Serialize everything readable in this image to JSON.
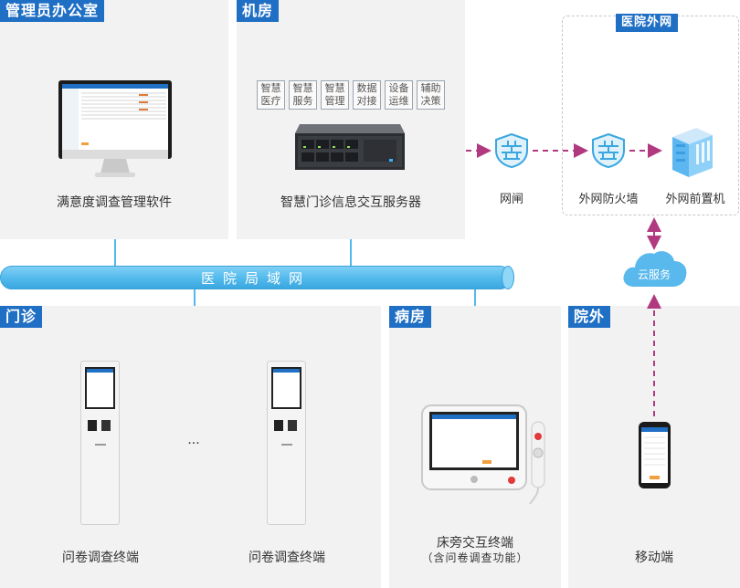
{
  "panels": {
    "admin_office": {
      "tag": "管理员办公室",
      "caption": "满意度调查管理软件"
    },
    "server_room": {
      "tag": "机房",
      "caption": "智慧门诊信息交互服务器",
      "modules": [
        [
          "智慧",
          "医疗"
        ],
        [
          "智慧",
          "服务"
        ],
        [
          "智慧",
          "管理"
        ],
        [
          "数据",
          "对接"
        ],
        [
          "设备",
          "运维"
        ],
        [
          "辅助",
          "决策"
        ]
      ]
    },
    "outpatient": {
      "tag": "门诊",
      "terminal_left": "问卷调查终端",
      "ellipsis": "...",
      "terminal_right": "问卷调查终端"
    },
    "ward": {
      "tag": "病房",
      "caption": "床旁交互终端",
      "subcaption": "（含问卷调查功能）"
    },
    "outside": {
      "tag": "院外",
      "caption": "移动端"
    }
  },
  "network": {
    "lan_label": "医院局域网",
    "gateway_label": "网闸",
    "extranet": {
      "tag": "医院外网",
      "firewall_label": "外网防火墙",
      "front_label": "外网前置机"
    },
    "cloud_label": "云服务"
  },
  "colors": {
    "tag_blue": "#1f6fc4",
    "lan_blue": "#52b9ec",
    "arrow_purple": "#b0397f",
    "panel_gray": "#f2f2f2"
  }
}
